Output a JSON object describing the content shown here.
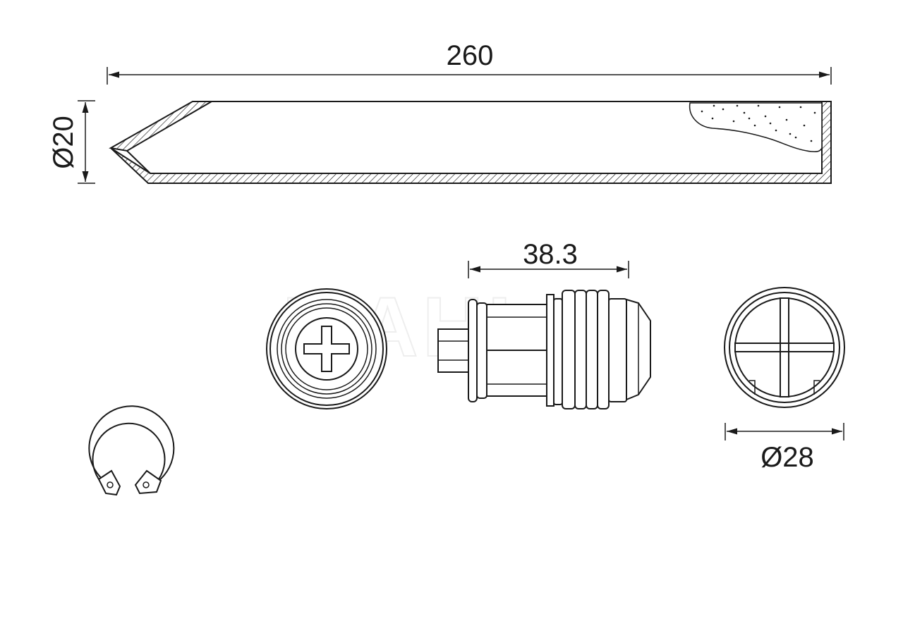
{
  "dimensions": {
    "length": "260",
    "tube_diameter": "Ø20",
    "cartridge_length": "38.3",
    "cap_diameter": "Ø28"
  },
  "watermark": "MAHLE",
  "colors": {
    "line": "#1a1a1a",
    "background": "#ffffff",
    "watermark": "#d9d9d9"
  }
}
